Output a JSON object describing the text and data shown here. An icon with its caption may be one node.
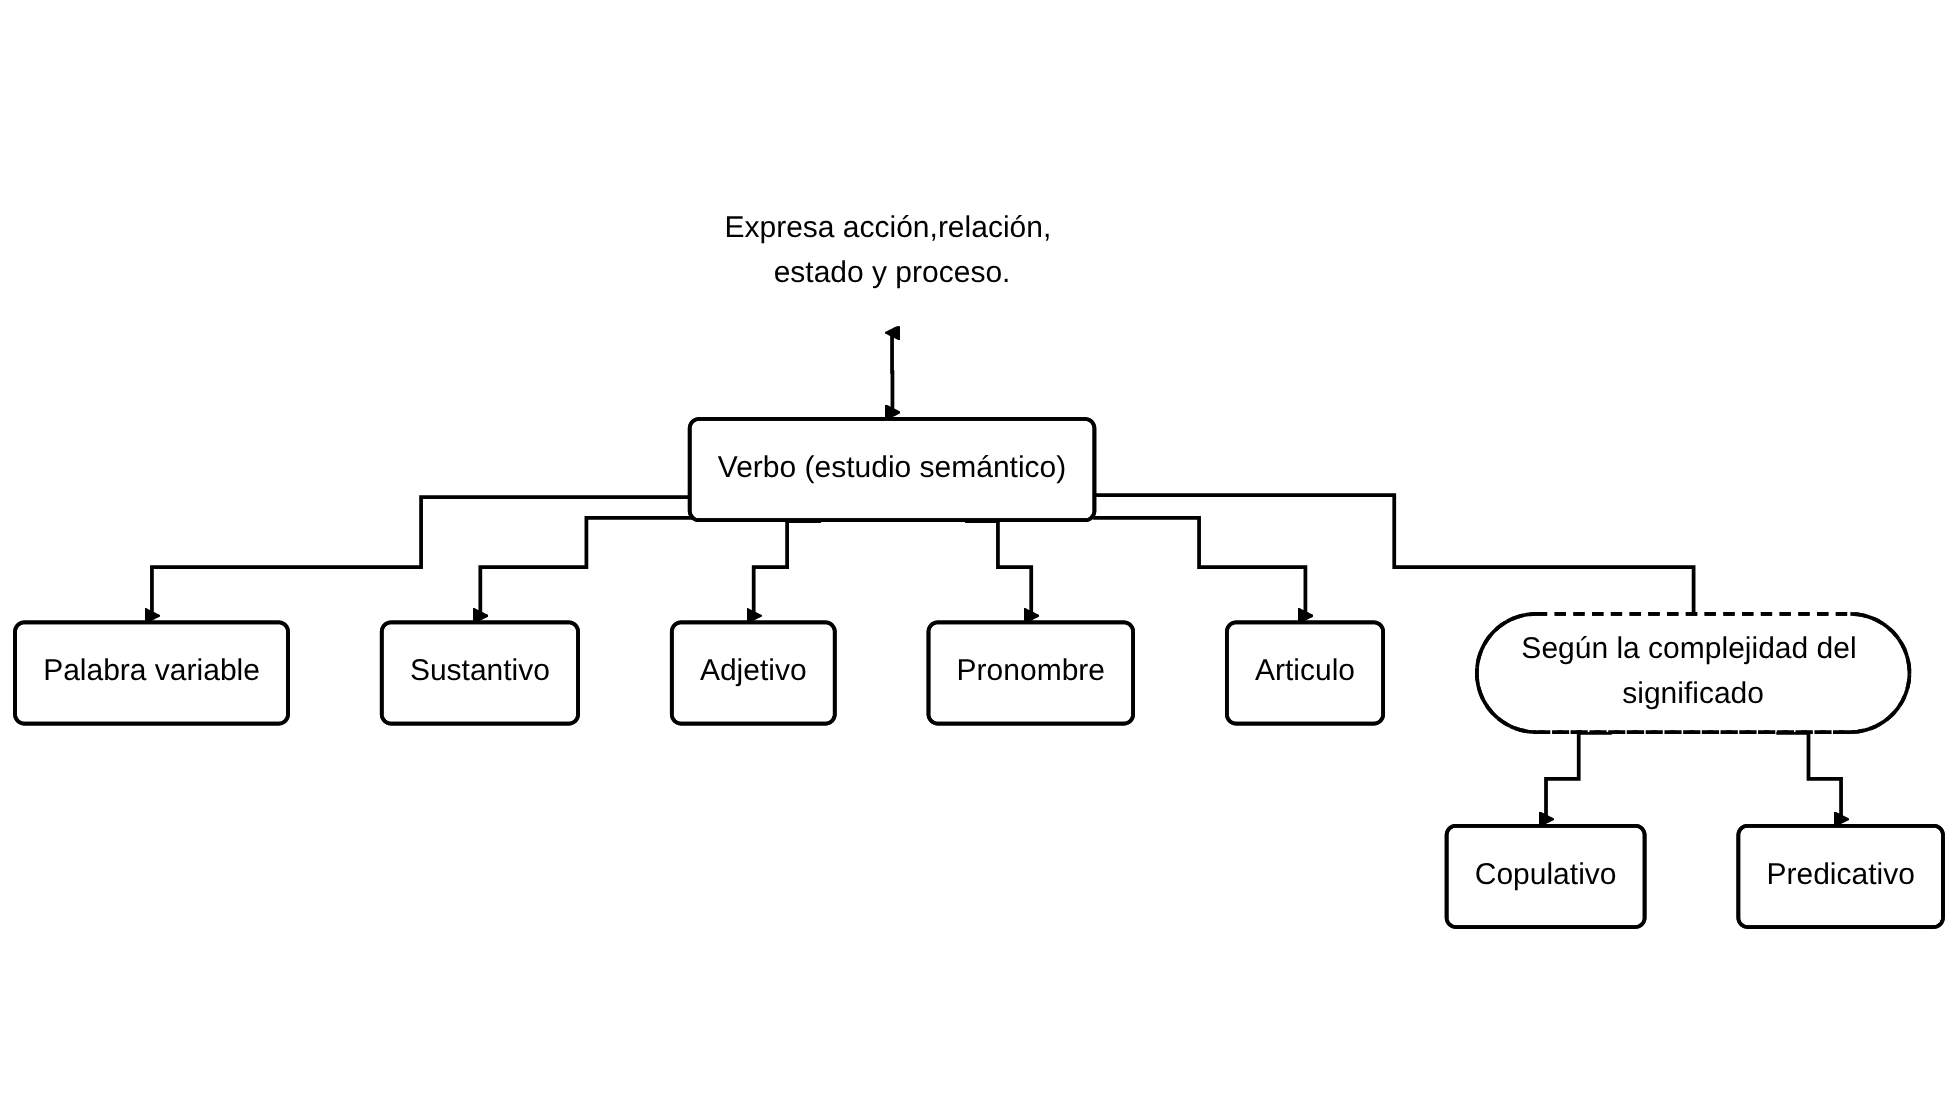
{
  "diagram": {
    "nodes": [
      {
        "text": [
          "Palabra variable"
        ]
      },
      {
        "text": [
          "Expresa acción,relación, estado y proceso."
        ]
      },
      {
        "text": [
          "Verbo (estudio semántico)"
        ]
      },
      {
        "text": [
          "Sustantivo"
        ]
      },
      {
        "text": [
          "Adjetivo"
        ]
      },
      {
        "text": [
          "Pronombre"
        ]
      },
      {
        "text": [
          "Articulo"
        ]
      },
      {
        "text": [
          "Según la complejidad del significado"
        ]
      },
      {
        "text": [
          "Copulativo"
        ]
      },
      {
        "text": [
          "Predicativo"
        ]
      }
    ],
    "edges": [
      {
        "from": 2,
        "to": 0,
        "arrow": "to"
      },
      {
        "from": 1,
        "to": 2,
        "arrow": "both"
      },
      {
        "from": 2,
        "to": 3,
        "arrow": "to"
      },
      {
        "from": 2,
        "to": 4,
        "arrow": "to"
      },
      {
        "from": 2,
        "to": 5,
        "arrow": "to"
      },
      {
        "from": 2,
        "to": 6,
        "arrow": "to"
      },
      {
        "from": 2,
        "to": 7,
        "arrow": "none"
      },
      {
        "from": 7,
        "to": 8,
        "arrow": "to"
      },
      {
        "from": 7,
        "to": 9,
        "arrow": "to"
      }
    ]
  }
}
